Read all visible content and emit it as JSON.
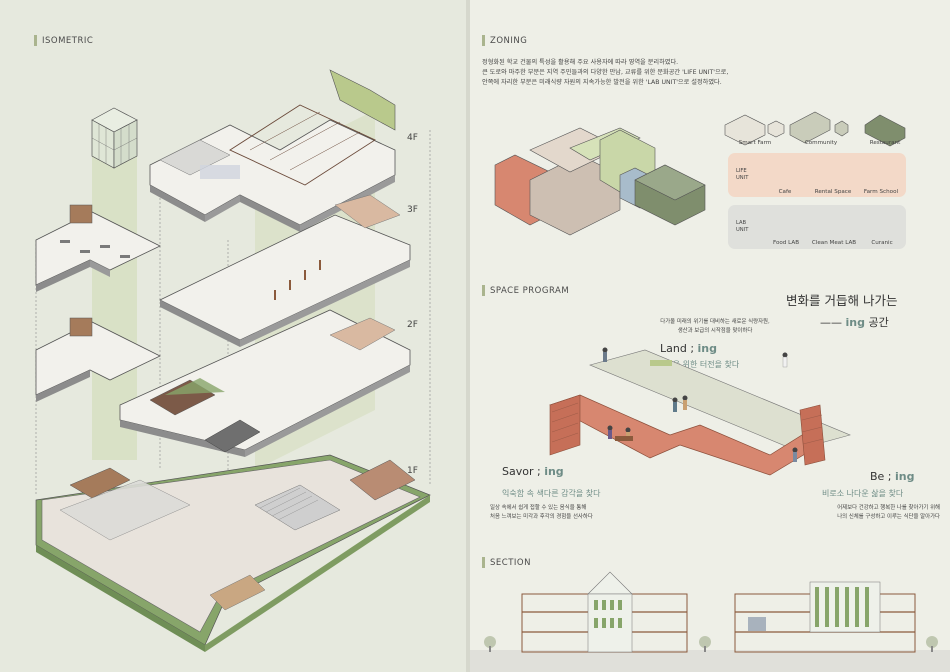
{
  "isometric": {
    "title": "ISOMETRIC",
    "floors": [
      "4F",
      "3F",
      "2F",
      "1F"
    ]
  },
  "zoning": {
    "title": "ZONING",
    "description": [
      "정형화된 학교 건물의 특성을 활용해 주요 사용자에 따라 영역을 분리하였다.",
      "큰 도로와 마주한 부분은 지역 주민들과의 다양한 만남, 교류를 위한 문화공간 'LIFE UNIT'으로,",
      "안쪽에 자리한 부분은 미래식량 자원의 지속가능한 발전을 위한 'LAB UNIT'으로 설정하였다."
    ],
    "base_items": [
      "Smart Farm",
      "Community",
      "Restaurant"
    ],
    "life_unit": {
      "label": "LIFE UNIT",
      "items": [
        "Cafe",
        "Rental Space",
        "Farm School"
      ],
      "color": "#f3d9c8"
    },
    "lab_unit": {
      "label": "LAB UNIT",
      "items": [
        "Food LAB",
        "Clean Meat LAB",
        "Curanic"
      ],
      "color": "#dfe0dc"
    }
  },
  "space_program": {
    "title": "SPACE PROGRAM",
    "headline": "변화를 거듭해 나가는",
    "headline2_prefix": "—— ",
    "headline2_logo": "ing",
    "headline2_suffix": " 공간",
    "land": {
      "intro": [
        "다가올 미래의 위기를 대비하는 새로운 식량자원,",
        "생산과 보급의 시작점을 맞이하다"
      ],
      "caption_prefix": "Land ; ",
      "logo": "ing",
      "subtitle": "내일을 위한 터전을 찾다"
    },
    "savor": {
      "caption_prefix": "Savor ; ",
      "logo": "ing",
      "subtitle": "익숙함 속 색다른 감각을 찾다",
      "desc": [
        "일상 속에서 쉽게 접할 수 있는 음식을 통해",
        "처음 느껴보는 미각과 후각의 경험을 선사하다"
      ]
    },
    "be": {
      "caption_prefix": "Be ; ",
      "logo": "ing",
      "subtitle": "비로소 나다운 삶을 찾다",
      "desc": [
        "어제보다 건강하고 행복한 나를 찾아가기 위해",
        "나의 신체를 구성하고 이루는 식단을 알아가다"
      ]
    }
  },
  "section": {
    "title": "SECTION"
  },
  "colors": {
    "accent": "#aab48e",
    "terracotta": "#d78770",
    "sage": "#7f8e6d",
    "teal": "#6e8c86"
  }
}
